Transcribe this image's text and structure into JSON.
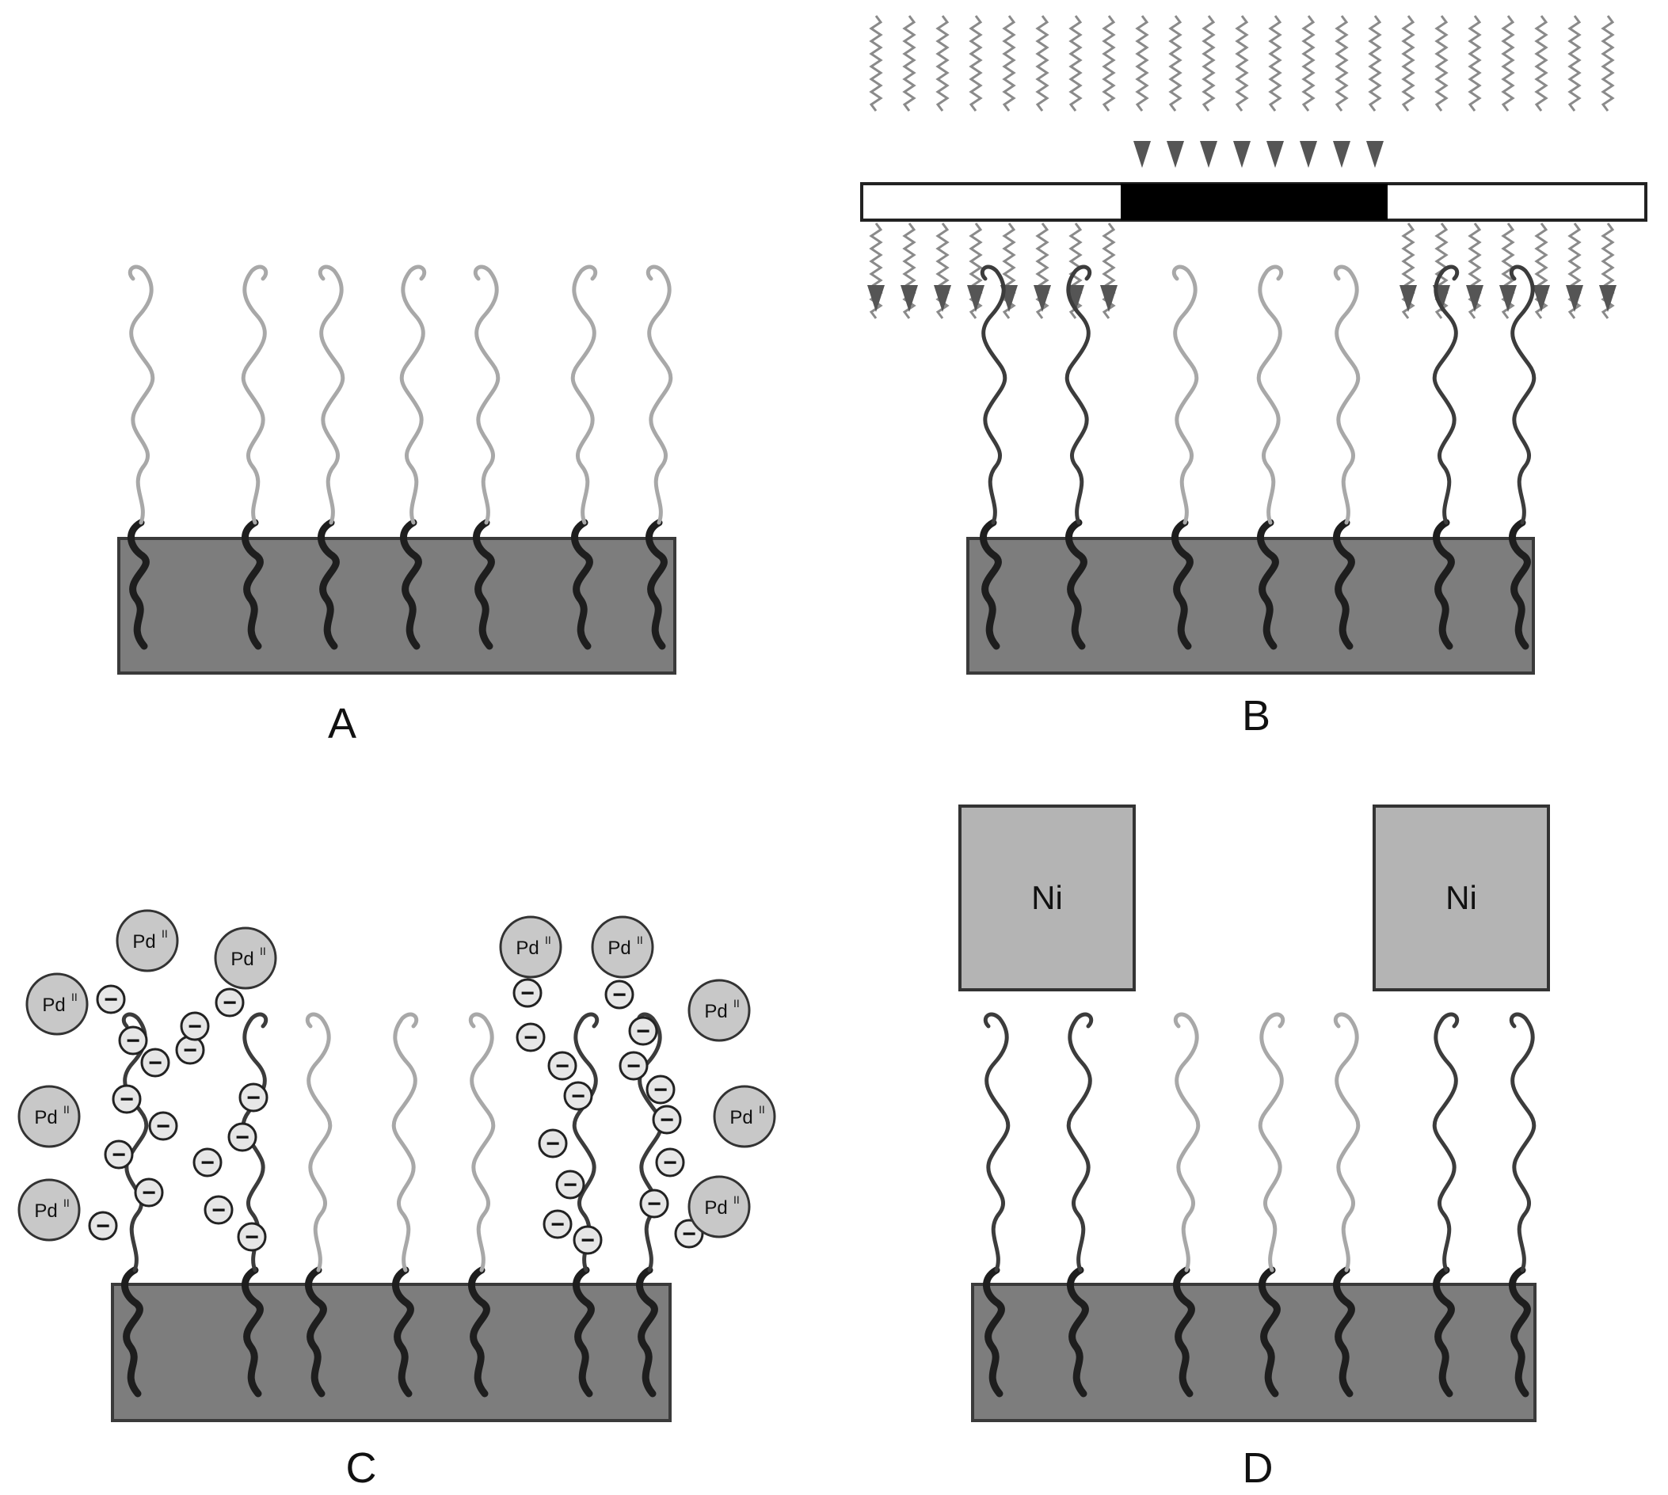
{
  "panels": [
    {
      "id": "A",
      "label": "A"
    },
    {
      "id": "B",
      "label": "B"
    },
    {
      "id": "C",
      "label": "C"
    },
    {
      "id": "D",
      "label": "D"
    }
  ],
  "metal_blocks": [
    "Ni",
    "Ni"
  ],
  "palladium_ions": [
    "Pd",
    "Pd",
    "Pd",
    "Pd",
    "Pd",
    "Pd",
    "Pd",
    "Pd",
    "Pd",
    "Pd"
  ],
  "palladium_superscript": "II",
  "charge_symbol": "−",
  "colors": {
    "substrate": "#7d7d7d",
    "substrate_border": "#3a3a3a",
    "chain_anchor": "#1e1e1e",
    "chain_exposed": "#3c3c3c",
    "chain_unexposed": "#a8a8a8",
    "photomask_opaque": "#000000",
    "uv_wave": "#8a8a8a",
    "uv_arrowhead": "#555555",
    "ion_fill": "#c8c8c8",
    "ni_fill": "#b4b4b4"
  }
}
